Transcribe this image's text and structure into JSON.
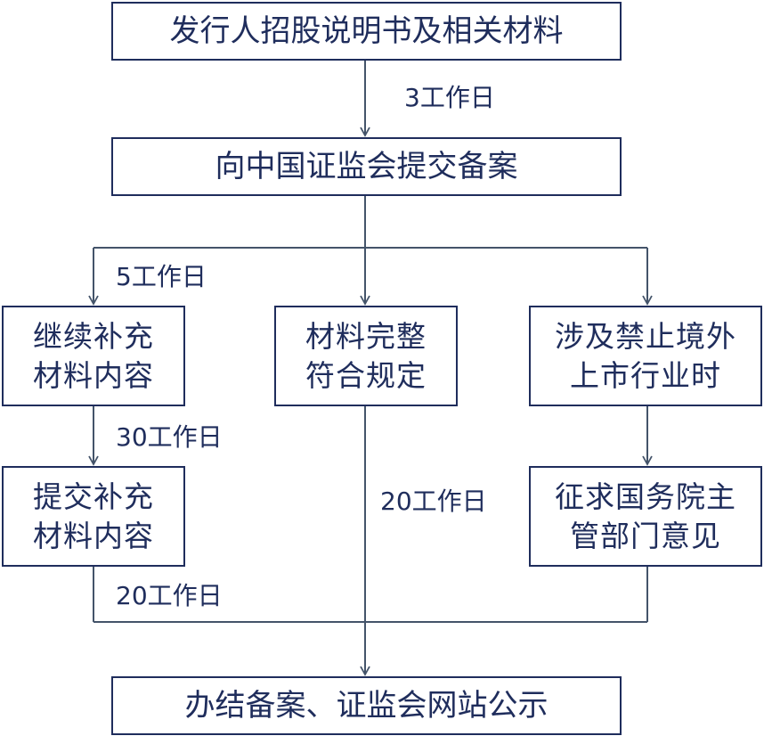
{
  "boxes": {
    "prospectus": "发行人招股说明书及相关材料",
    "submit_csrc": "向中国证监会提交备案",
    "continue_supplement": [
      "继续补充",
      "材料内容"
    ],
    "complete": [
      "材料完整",
      "符合规定"
    ],
    "restricted": [
      "涉及禁止境外",
      "上市行业时"
    ],
    "submit_supplement": [
      "提交补充",
      "材料内容"
    ],
    "state_council": [
      "征求国务院主",
      "管部门意见"
    ],
    "final": "办结备案、证监会网站公示"
  },
  "labels": {
    "step1": "3工作日",
    "step2": "5工作日",
    "step3": "30工作日",
    "step4": "20工作日",
    "step5": "20工作日"
  },
  "colors": {
    "line": "#44546a",
    "box_border": "#1f2d5c",
    "text": "#1f2d5c"
  }
}
